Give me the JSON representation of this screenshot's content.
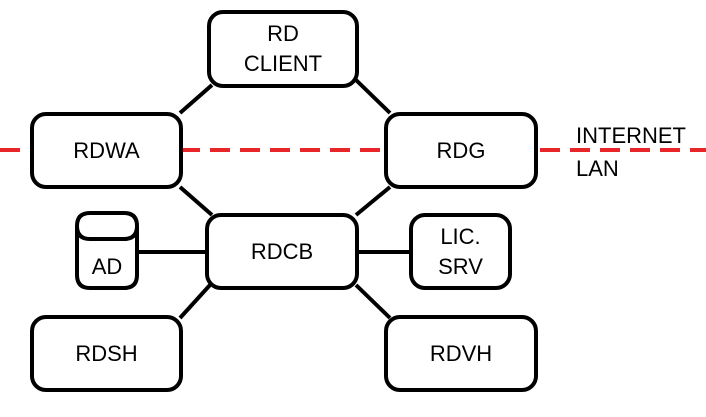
{
  "nodes": {
    "rd_client": "RD\nCLIENT",
    "rdwa": "RDWA",
    "rdg": "RDG",
    "rdcb": "RDCB",
    "ad": "AD",
    "lic_srv": "LIC.\nSRV",
    "rdsh": "RDSH",
    "rdvh": "RDVH"
  },
  "zones": {
    "internet": "INTERNET",
    "lan": "LAN"
  },
  "colors": {
    "line": "#000000",
    "boundary": "#e8262a",
    "box_fill": "#ffffff"
  }
}
